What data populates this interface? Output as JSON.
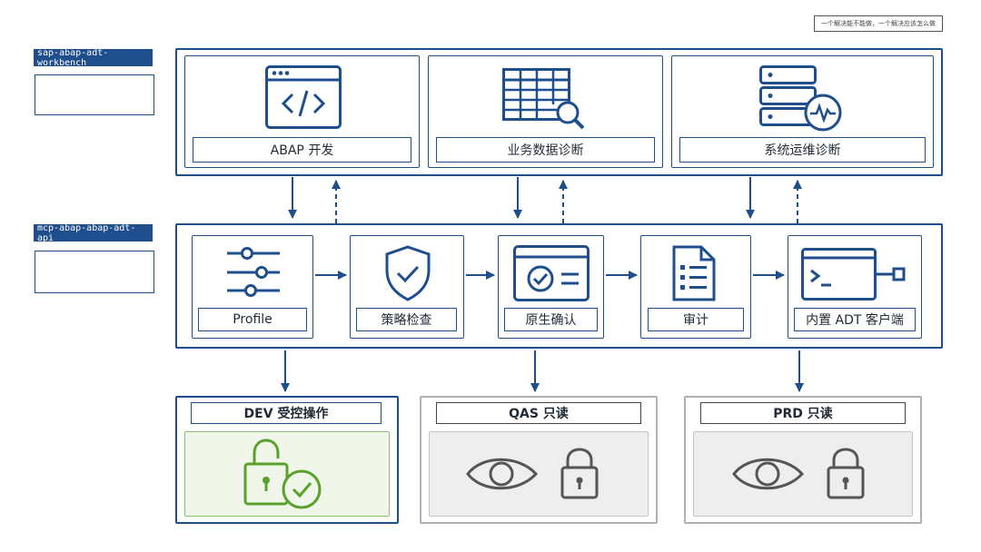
{
  "note": "一个解决能不能做，一个解决应该怎么做",
  "tags": {
    "workbench": "sap-abap-adt-workbench",
    "api": "mcp-abap-abap-adt-api"
  },
  "top_cards": [
    {
      "label": "ABAP 开发",
      "icon": "code-window-icon"
    },
    {
      "label": "业务数据诊断",
      "icon": "table-search-icon"
    },
    {
      "label": "系统运维诊断",
      "icon": "server-monitor-icon"
    }
  ],
  "pipeline": [
    {
      "label": "Profile",
      "icon": "sliders-icon"
    },
    {
      "label": "策略检查",
      "icon": "shield-check-icon"
    },
    {
      "label": "原生确认",
      "icon": "confirm-dialog-icon"
    },
    {
      "label": "审计",
      "icon": "checklist-document-icon"
    },
    {
      "label": "内置 ADT 客户端",
      "icon": "terminal-plug-icon"
    }
  ],
  "environments": [
    {
      "label": "DEV 受控操作",
      "icon": "unlock-check-icon",
      "color": "#5aa02c"
    },
    {
      "label": "QAS 只读",
      "icon": "eye-lock-icon",
      "color": "#555555"
    },
    {
      "label": "PRD 只读",
      "icon": "eye-lock-icon",
      "color": "#555555"
    }
  ],
  "colors": {
    "navy": "#1f4e8c",
    "green": "#5aa02c",
    "grey": "#b0b0b0"
  }
}
